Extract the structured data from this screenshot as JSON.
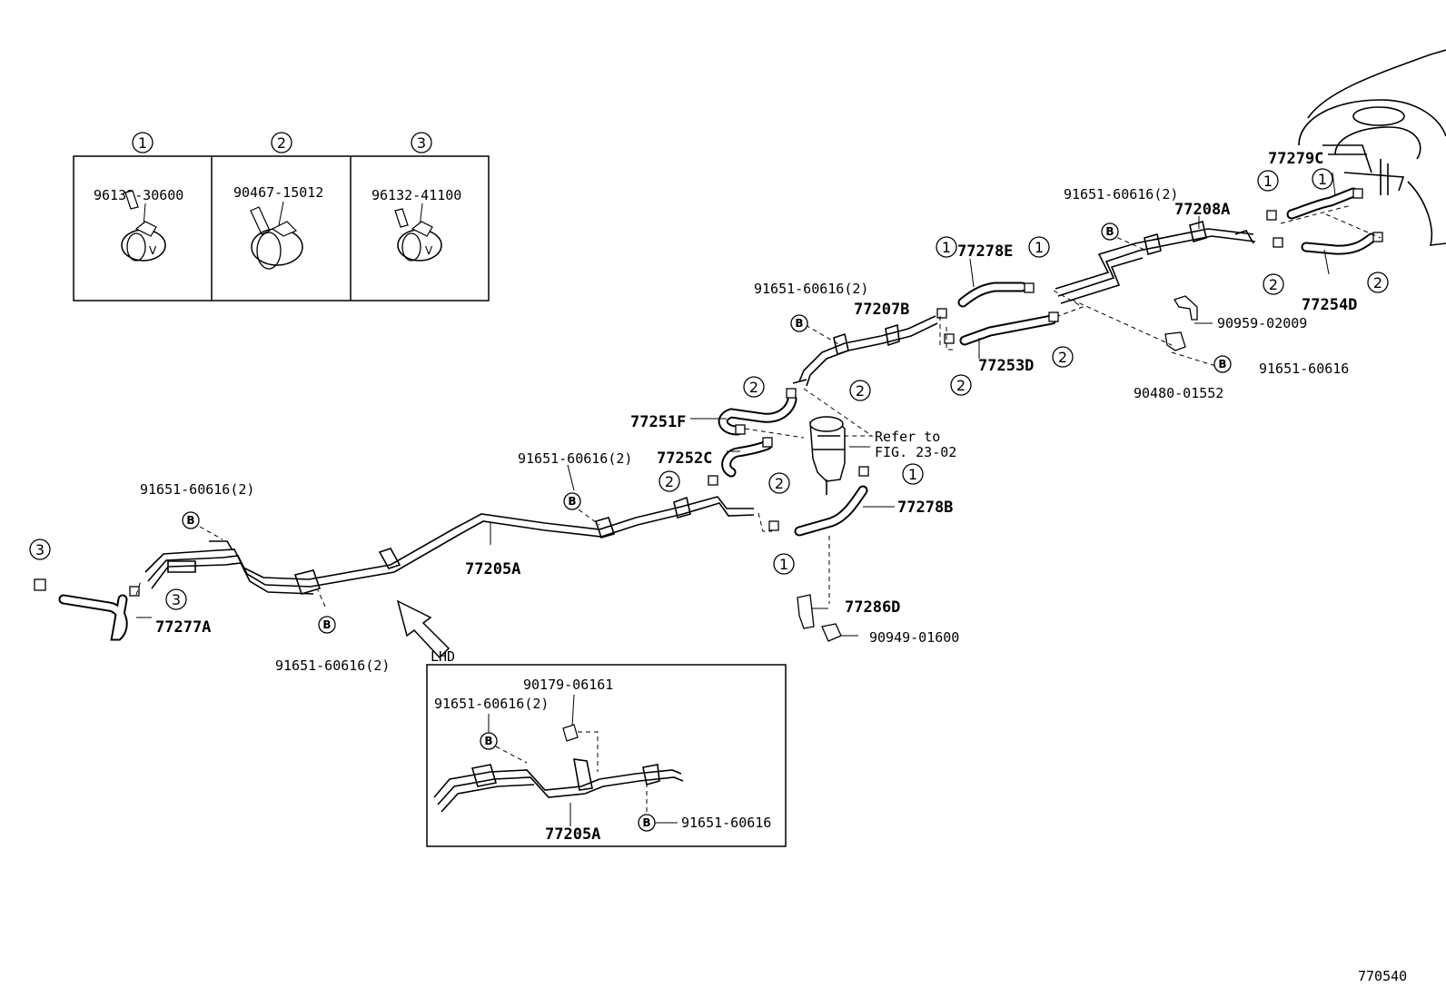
{
  "legend": {
    "items": [
      {
        "num": "1",
        "part": "96132-30600"
      },
      {
        "num": "2",
        "part": "90467-15012"
      },
      {
        "num": "3",
        "part": "96132-41100"
      }
    ]
  },
  "callouts": {
    "c1": "1",
    "c2": "2",
    "c3": "3",
    "b": "B"
  },
  "labels": {
    "p77279C": "77279C",
    "p91651_tr": "91651-60616(2)",
    "p77208A": "77208A",
    "p77278E": "77278E",
    "p91651_mid": "91651-60616(2)",
    "p77207B": "77207B",
    "p77254D": "77254D",
    "p90959": "90959-02009",
    "p91651_r": "91651-60616",
    "p77253D": "77253D",
    "p90480": "90480-01552",
    "p77251F": "77251F",
    "refer1": "Refer to",
    "refer2": "FIG. 23-02",
    "p91651_c": "91651-60616(2)",
    "p77252C": "77252C",
    "p77278B": "77278B",
    "p91651_l": "91651-60616(2)",
    "p77205A": "77205A",
    "p77277A": "77277A",
    "p91651_lb": "91651-60616(2)",
    "lhd": "LHD",
    "p77286D": "77286D",
    "p90949": "90949-01600",
    "inset_90179": "90179-06161",
    "inset_91651_2": "91651-60616(2)",
    "inset_91651": "91651-60616",
    "inset_77205A": "77205A",
    "fig_id": "770540"
  }
}
